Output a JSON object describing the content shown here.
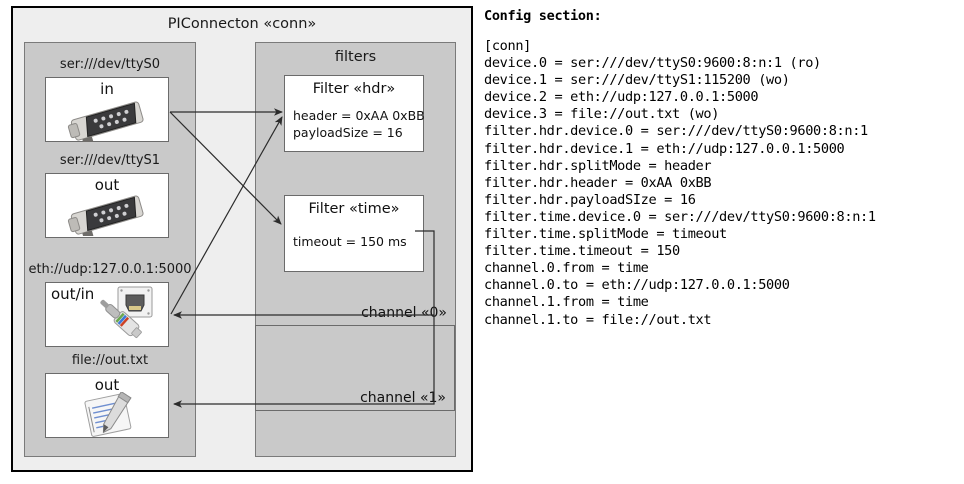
{
  "diagram": {
    "title": "PIConnecton «conn»",
    "devices_panel": {
      "name": "devices-panel",
      "groups": [
        {
          "label": "ser:///dev/ttyS0",
          "direction": "in",
          "direction_align": "center",
          "icon": "serial-db9-icon"
        },
        {
          "label": "ser:///dev/ttyS1",
          "direction": "out",
          "direction_align": "center",
          "icon": "serial-db9-icon"
        },
        {
          "label": "eth://udp:127.0.0.1:5000",
          "direction": "out/in",
          "direction_align": "left",
          "icon": "ethernet-socket-icon"
        },
        {
          "label": "file://out.txt",
          "direction": "out",
          "direction_align": "center",
          "icon": "text-file-icon"
        }
      ]
    },
    "filters_panel": {
      "title": "filters",
      "filters": [
        {
          "title": "Filter «hdr»",
          "props": [
            "header = 0xAA 0xBB",
            "payloadSize = 16"
          ]
        },
        {
          "title": "Filter «time»",
          "props": [
            "timeout = 150 ms"
          ]
        }
      ],
      "channels": [
        {
          "label": "channel «0»"
        },
        {
          "label": "channel «1»"
        }
      ]
    },
    "colors": {
      "outer_bg": "#eeeeee",
      "panel_bg": "#c9c9c9",
      "box_bg": "#ffffff",
      "outer_border": "#000000",
      "panel_border": "#7a7a7a",
      "connector": "#2b2b2b"
    }
  },
  "config": {
    "heading": "Config section:",
    "lines": [
      "[conn]",
      "device.0 = ser:///dev/ttyS0:9600:8:n:1 (ro)",
      "device.1 = ser:///dev/ttyS1:115200 (wo)",
      "device.2 = eth://udp:127.0.0.1:5000",
      "device.3 = file://out.txt (wo)",
      "filter.hdr.device.0 = ser:///dev/ttyS0:9600:8:n:1",
      "filter.hdr.device.1 = eth://udp:127.0.0.1:5000",
      "filter.hdr.splitMode = header",
      "filter.hdr.header = 0xAA 0xBB",
      "filter.hdr.payloadSIze = 16",
      "filter.time.device.0 = ser:///dev/ttyS0:9600:8:n:1",
      "filter.time.splitMode = timeout",
      "filter.time.timeout = 150",
      "channel.0.from = time",
      "channel.0.to = eth://udp:127.0.0.1:5000",
      "channel.1.from = time",
      "channel.1.to = file://out.txt"
    ]
  }
}
